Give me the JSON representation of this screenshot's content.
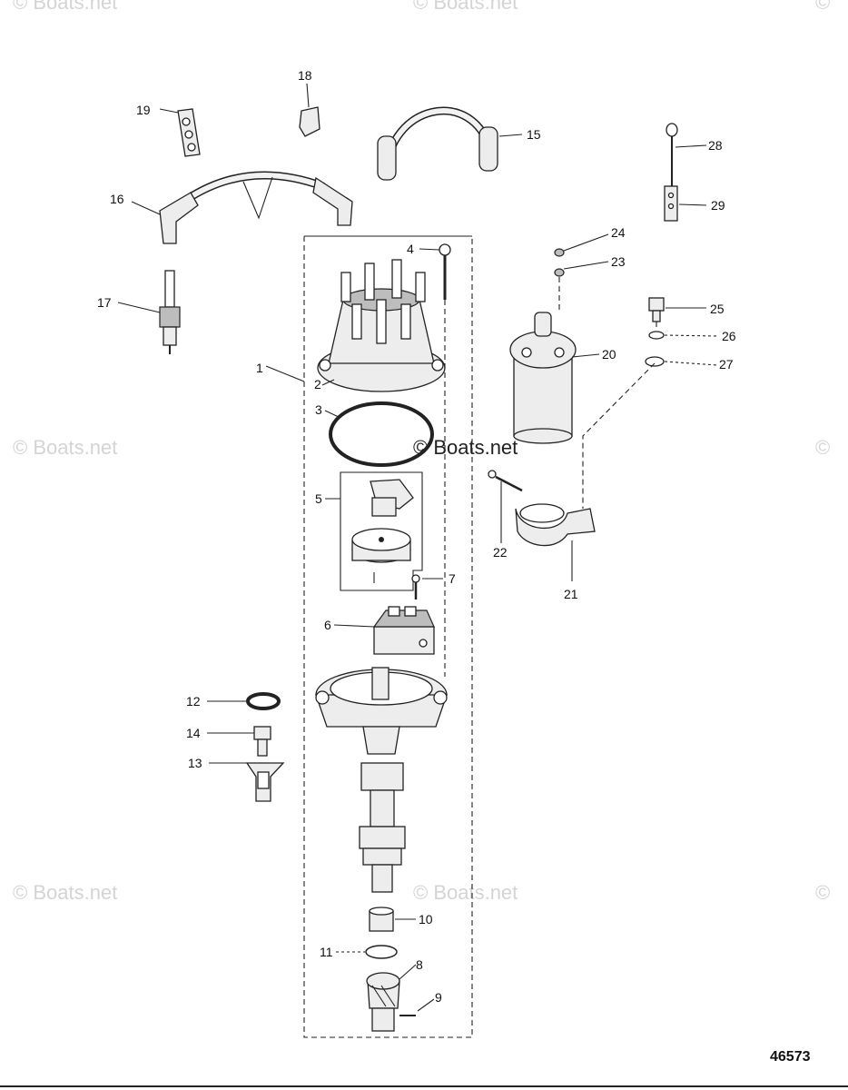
{
  "watermarks": {
    "top_left": "© Boats.net",
    "top_center": "© Boats.net",
    "top_right": "©",
    "mid_left": "© Boats.net",
    "mid_center": "© Boats.net",
    "mid_right": "©",
    "low_left": "© Boats.net",
    "low_center": "© Boats.net",
    "low_right": "©"
  },
  "figure_number": "46573",
  "callouts": {
    "c1": "1",
    "c2": "2",
    "c3": "3",
    "c4": "4",
    "c5": "5",
    "c6": "6",
    "c7": "7",
    "c8": "8",
    "c9": "9",
    "c10": "10",
    "c11": "11",
    "c12": "12",
    "c13": "13",
    "c14": "14",
    "c15": "15",
    "c16": "16",
    "c17": "17",
    "c18": "18",
    "c19": "19",
    "c20": "20",
    "c21": "21",
    "c22": "22",
    "c23": "23",
    "c24": "24",
    "c25": "25",
    "c26": "26",
    "c27": "27",
    "c28": "28",
    "c29": "29"
  }
}
